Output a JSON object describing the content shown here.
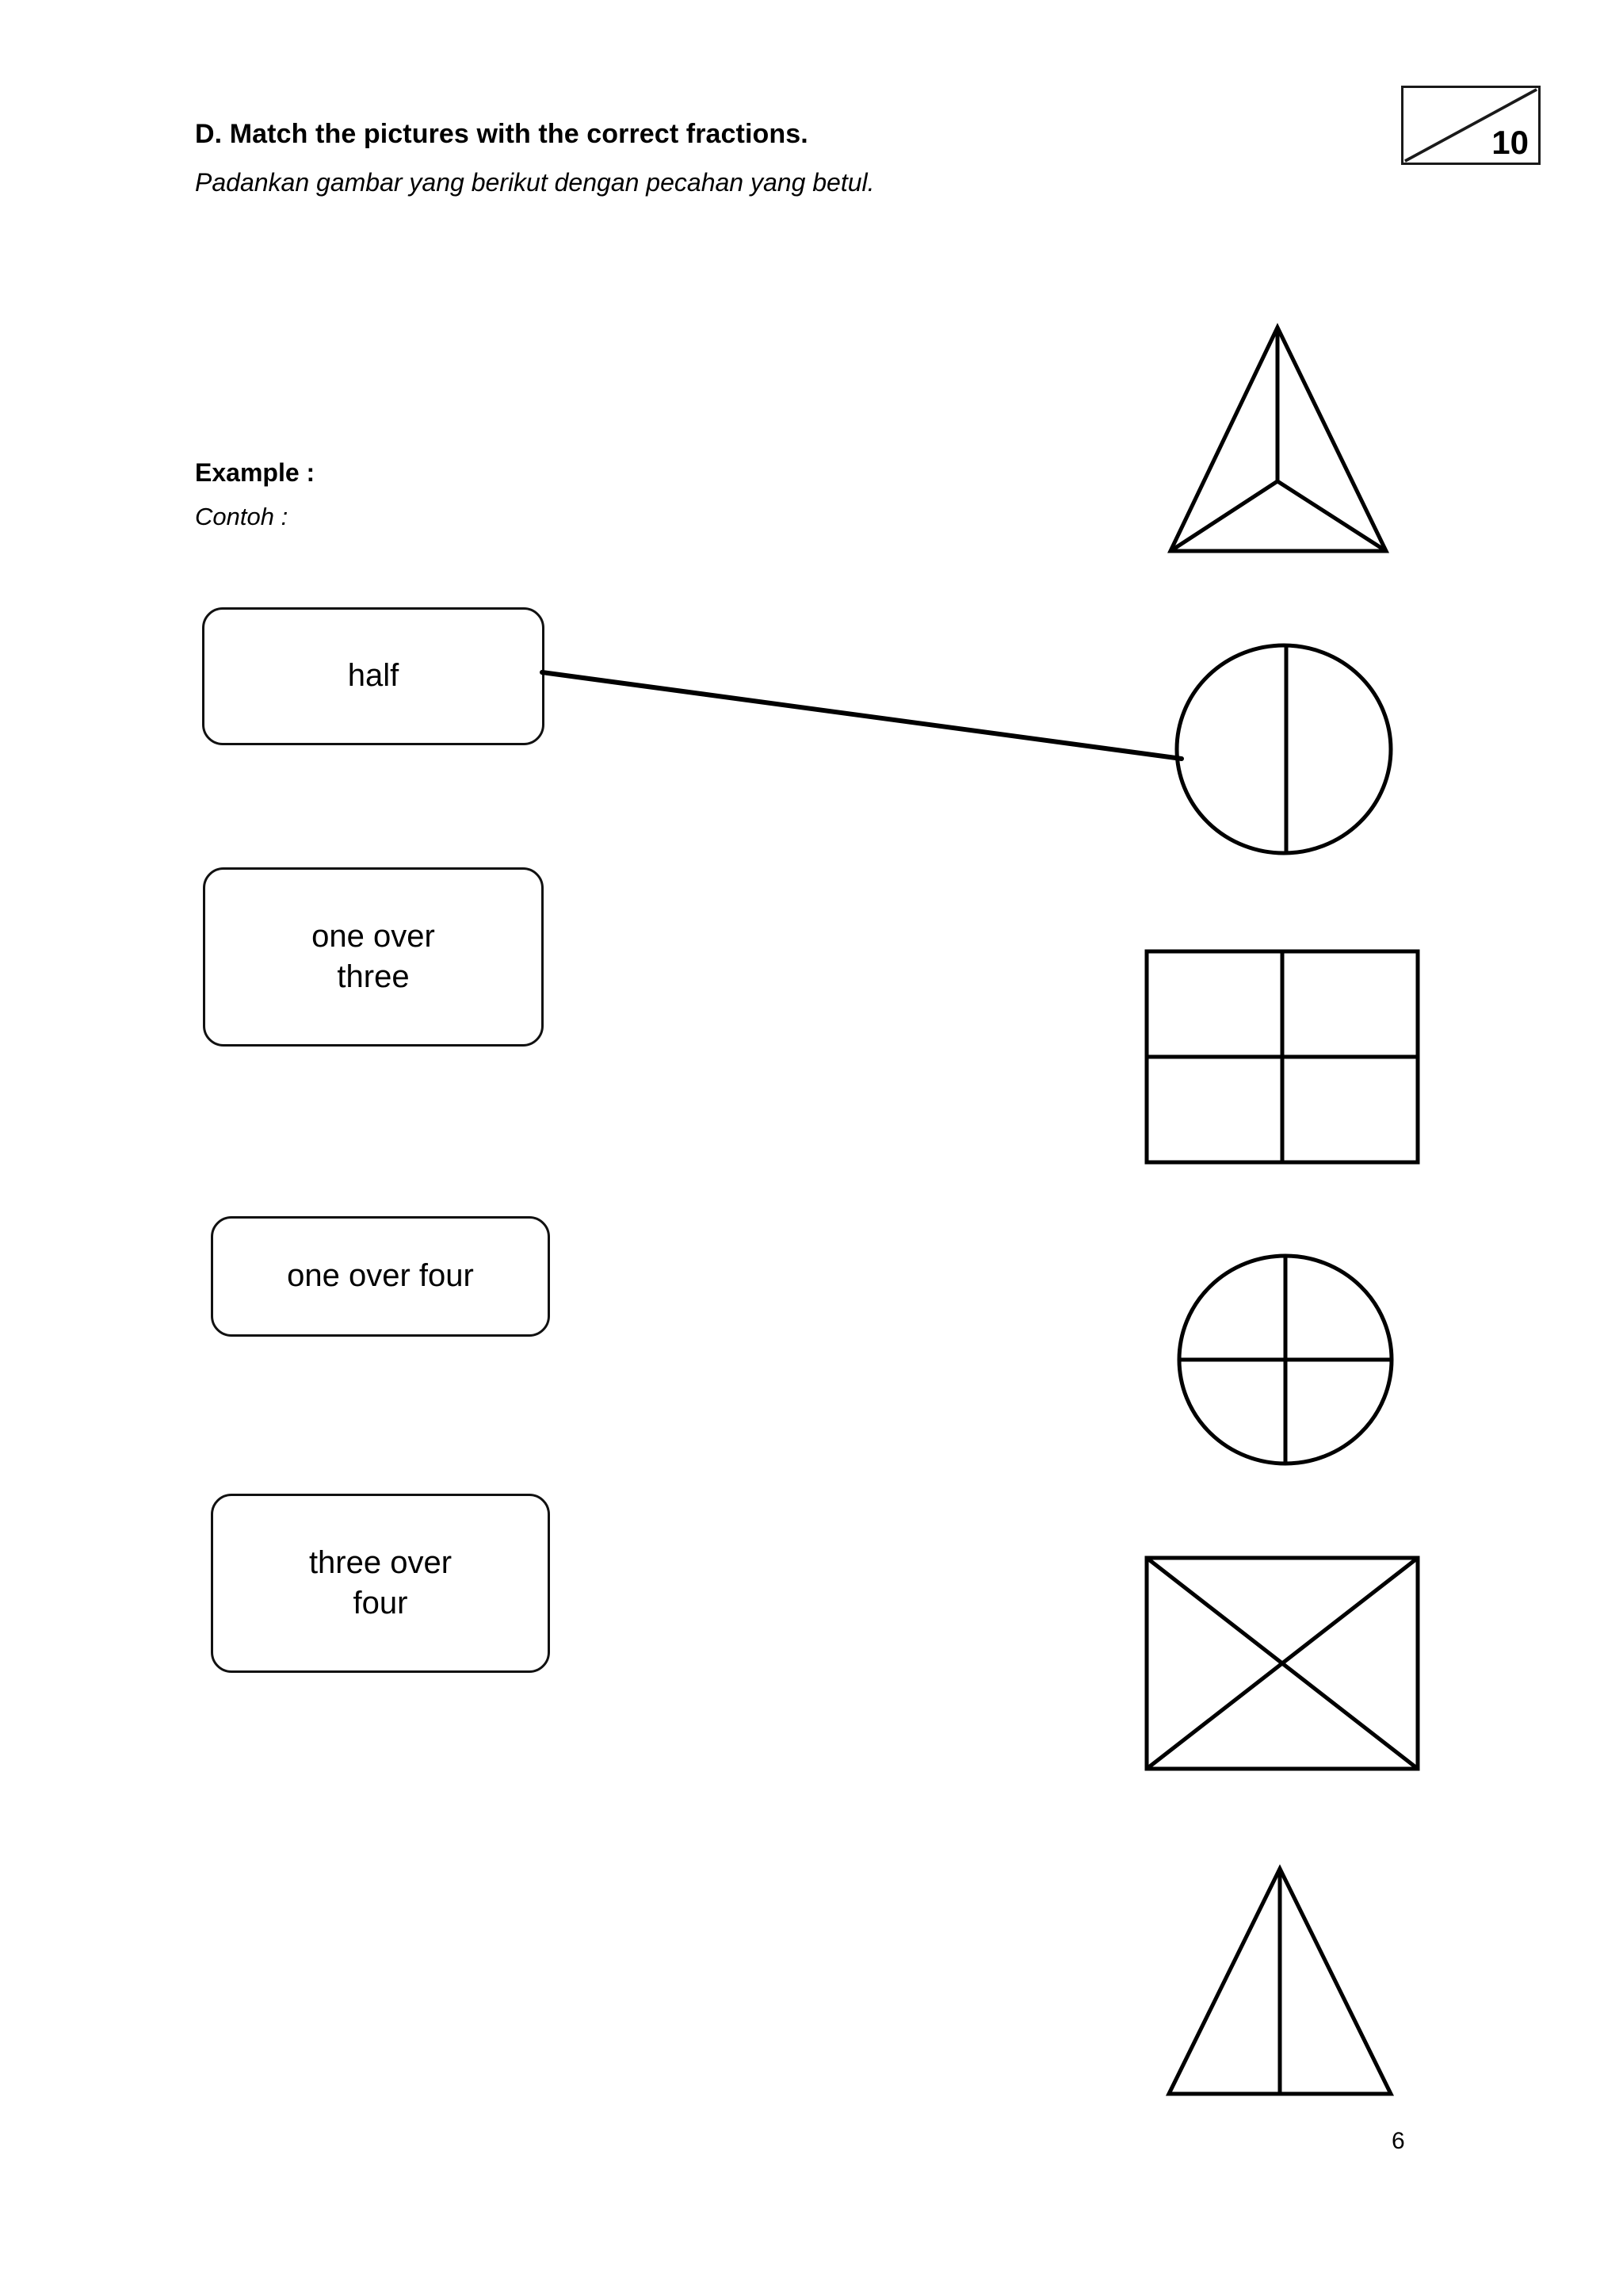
{
  "header": {
    "instruction_en": "D. Match the pictures with the correct fractions.",
    "instruction_ms": "Padankan gambar yang berikut dengan pecahan yang betul.",
    "score_value": "10",
    "score_icon": "diagonal-slash-icon"
  },
  "example": {
    "label_en": "Example :",
    "label_ms": "Contoh :"
  },
  "cards": [
    {
      "line1": "half",
      "line2": ""
    },
    {
      "line1": "one over",
      "line2": "three"
    },
    {
      "line1": "one over four",
      "line2": ""
    },
    {
      "line1": "three over",
      "line2": "four"
    }
  ],
  "figures": [
    {
      "name": "triangle-divided-in-thirds",
      "parts": 3,
      "shaded": 0
    },
    {
      "name": "circle-divided-in-half",
      "parts": 2,
      "shaded": 0
    },
    {
      "name": "square-divided-in-quarters-grid",
      "parts": 4,
      "shaded": 0
    },
    {
      "name": "circle-divided-in-quarters",
      "parts": 4,
      "shaded": 0
    },
    {
      "name": "square-divided-by-diagonals",
      "parts": 4,
      "shaded": 0
    },
    {
      "name": "triangle-divided-in-half",
      "parts": 2,
      "shaded": 0
    }
  ],
  "connections": [
    {
      "from": "card-half",
      "to": "circle-divided-in-half"
    }
  ],
  "footer": {
    "page_number": "6"
  },
  "colors": {
    "ink": "#000000",
    "stroke": "#111111",
    "paper": "#ffffff"
  }
}
